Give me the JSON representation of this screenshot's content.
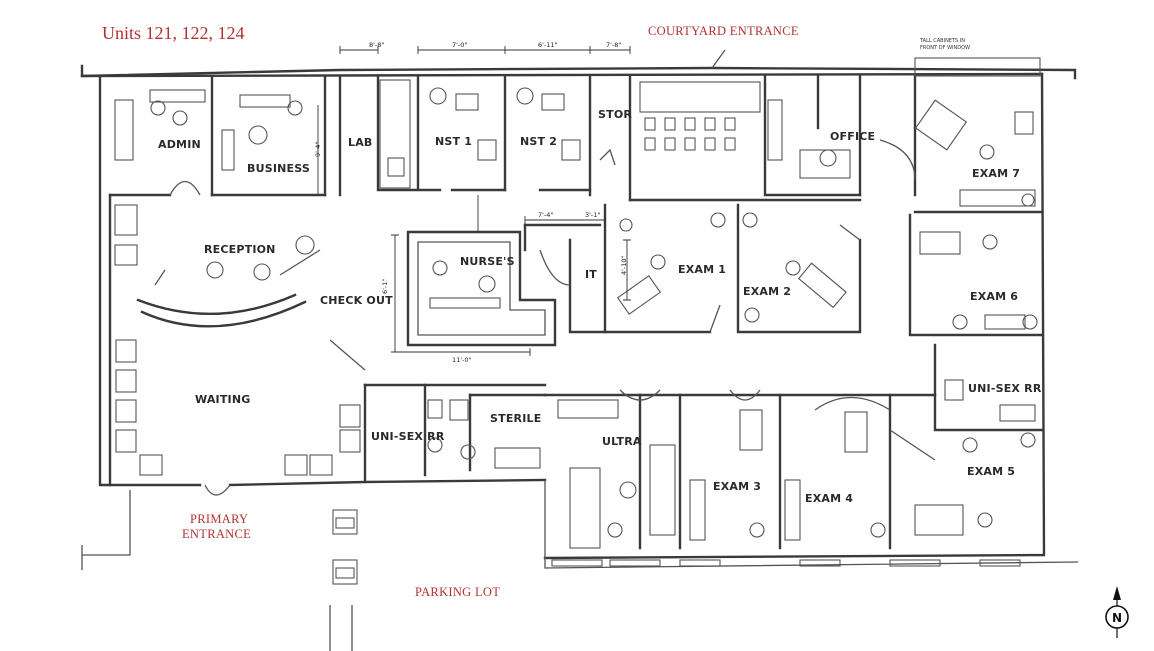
{
  "title": "Units 121, 122, 124",
  "external_labels": {
    "courtyard_entrance": "COURTYARD ENTRANCE",
    "primary_entrance_line1": "PRIMARY",
    "primary_entrance_line2": "ENTRANCE",
    "parking_lot": "PARKING LOT"
  },
  "rooms": {
    "admin": "ADMIN",
    "business": "BUSINESS",
    "lab": "LAB",
    "nst1": "NST 1",
    "nst2": "NST 2",
    "stor": "STOR",
    "office": "OFFICE",
    "exam7": "EXAM 7",
    "reception": "RECEPTION",
    "check_out": "CHECK OUT",
    "nurses": "NURSE'S",
    "it": "IT",
    "exam1": "EXAM 1",
    "exam2": "EXAM 2",
    "exam6": "EXAM 6",
    "waiting": "WAITING",
    "uni_sex_rr_left": "UNI-SEX RR",
    "sterile": "STERILE",
    "ultra": "ULTRA",
    "exam3": "EXAM 3",
    "exam4": "EXAM 4",
    "uni_sex_rr_right": "UNI-SEX RR",
    "exam5": "EXAM 5"
  },
  "dimensions": {
    "d1": "8'-8\"",
    "d2": "7'-0\"",
    "d3": "6'-11\"",
    "d4": "7'-8\"",
    "d5": "7'-4\"",
    "d6": "3'-1\"",
    "d7": "6'-1\"",
    "d8": "11'-0\"",
    "d9": "4'-10\"",
    "d10": "9'-4\""
  },
  "notes": {
    "tall_cabinets_line1": "TALL CABINETS IN",
    "tall_cabinets_line2": "FRONT OF WINDOW"
  },
  "compass": {
    "letter": "N"
  }
}
